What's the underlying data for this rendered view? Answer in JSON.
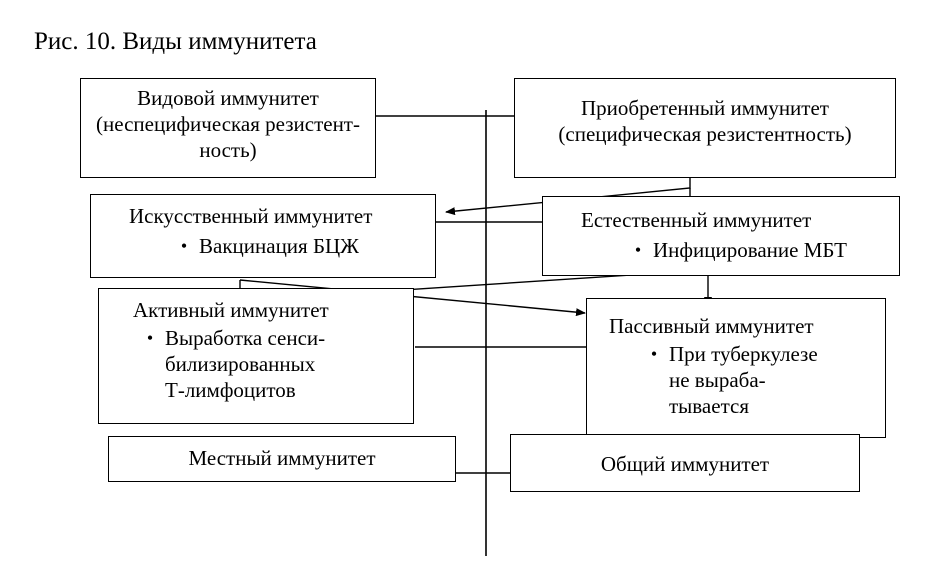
{
  "title": "Рис. 10. Виды иммунитета",
  "boxes": {
    "species": {
      "lines": [
        "Видовой иммунитет",
        "(неспецифическая резистент-",
        "ность)"
      ]
    },
    "acquired": {
      "lines": [
        "Приобретенный иммунитет",
        "(специфическая резистентность)"
      ]
    },
    "artificial": {
      "heading": "Искусственный иммунитет",
      "bullet": "Вакцинация БЦЖ"
    },
    "natural": {
      "heading": "Естественный иммунитет",
      "bullet": "Инфицирование МБТ"
    },
    "active": {
      "heading": "Активный иммунитет",
      "bullet_lines": [
        "Выработка сенси-",
        "билизированных",
        "Т-лимфоцитов"
      ]
    },
    "passive": {
      "heading": "Пассивный иммунитет",
      "bullet_lines": [
        "При туберкулезе",
        "не выраба-",
        "тывается"
      ]
    },
    "local": {
      "label": "Местный иммунитет"
    },
    "general": {
      "label": "Общий иммунитет"
    }
  }
}
